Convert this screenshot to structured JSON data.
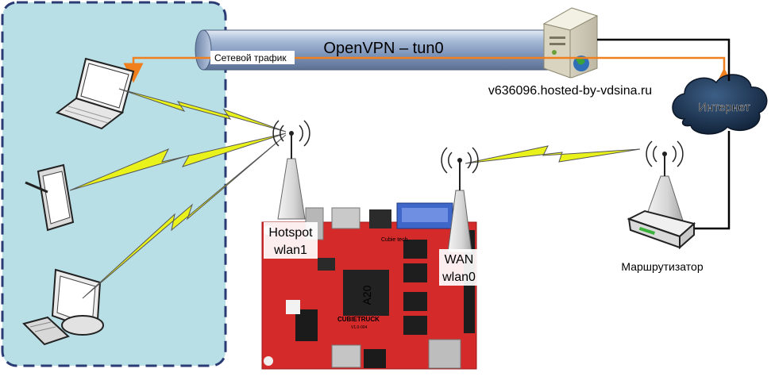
{
  "tunnel": {
    "label": "OpenVPN – tun0"
  },
  "traffic": {
    "label": "Сетевой трафик"
  },
  "server": {
    "hostname": "v636096.hosted-by-vdsina.ru"
  },
  "internet": {
    "label": "Интернет"
  },
  "router": {
    "label": "Маршрутизатор"
  },
  "board": {
    "model": "CUBIETRUCK",
    "chip": "A20",
    "hotspot_label_line1": "Hotspot",
    "hotspot_label_line2": "wlan1",
    "wan_label_line1": "WAN",
    "wan_label_line2": "wlan0",
    "brand": "Cubie tech",
    "version": "V1.0-004"
  },
  "colors": {
    "lan_zone_fill": "#b9dfe6",
    "lan_zone_border": "#2a3b74",
    "tunnel_fill": "#8fa7c9",
    "traffic_arrow": "#f07f1e",
    "lightning": "#e9f21a",
    "board_red": "#d42a2a",
    "cloud_fill": "#1f3a5c"
  },
  "icons": [
    "laptop-icon",
    "tablet-icon",
    "desktop-pc-icon",
    "server-icon",
    "cloud-icon",
    "router-icon",
    "antenna-icon",
    "wireless-link-icon"
  ]
}
